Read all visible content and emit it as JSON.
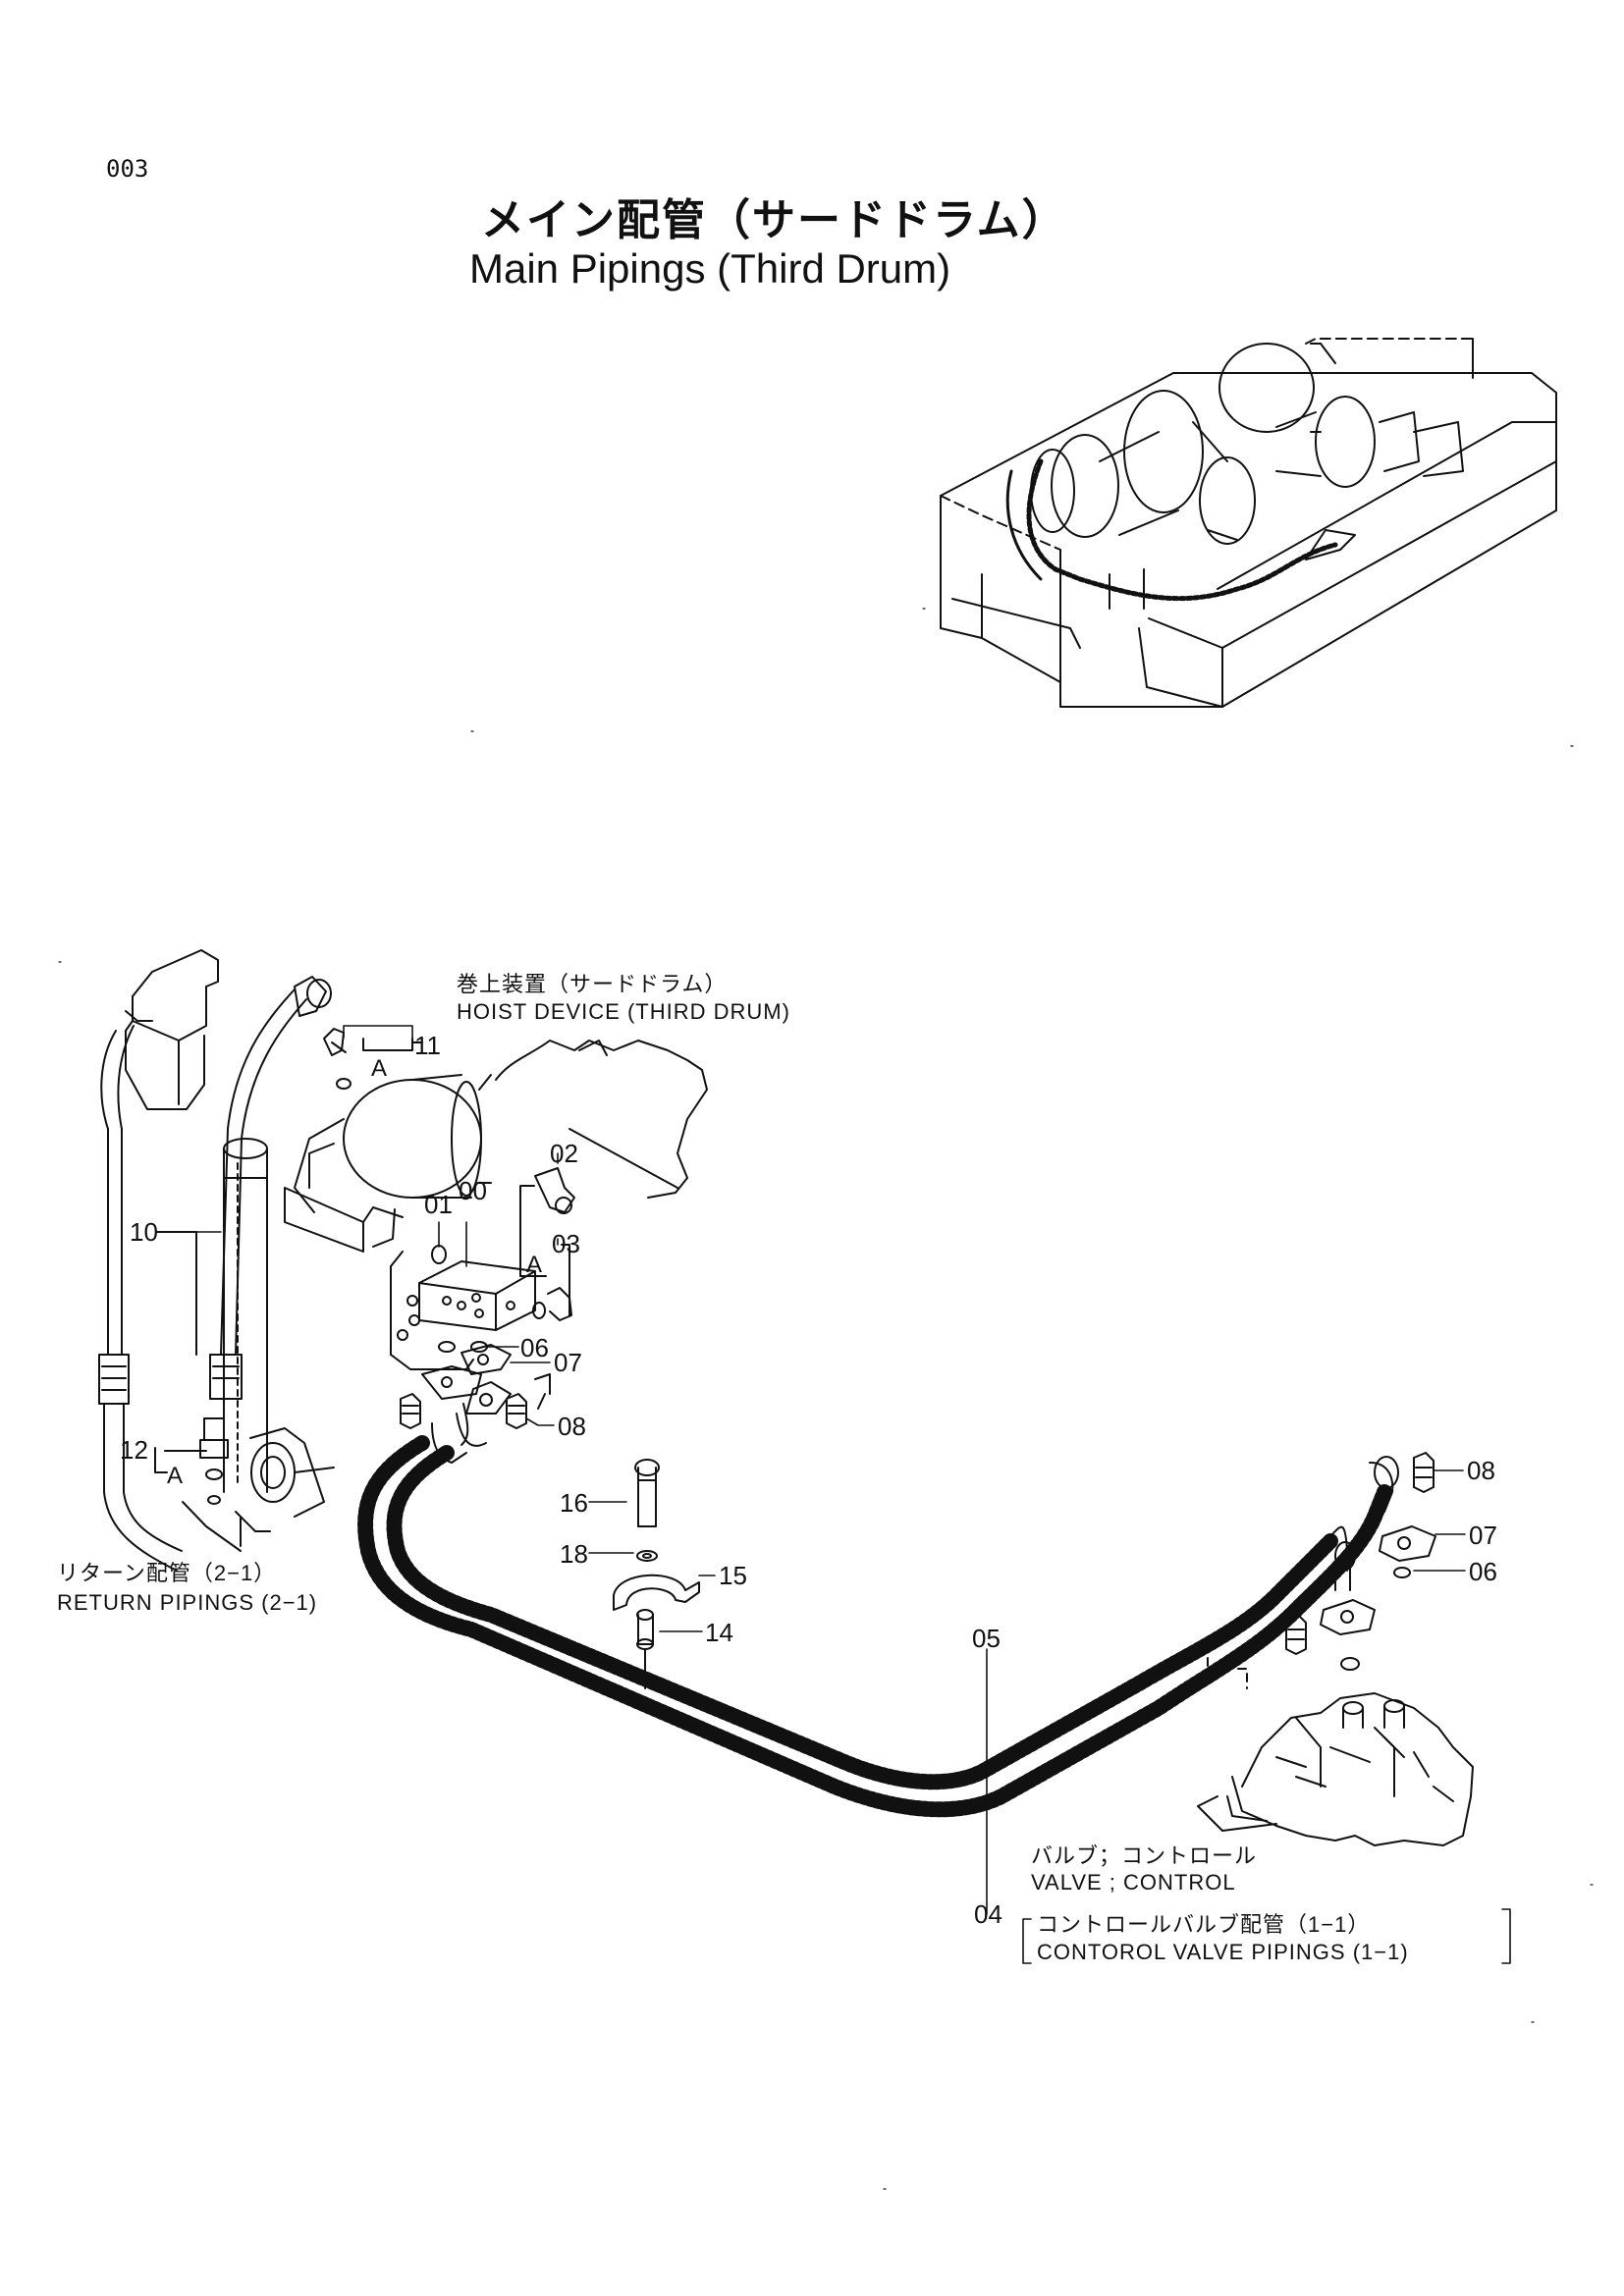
{
  "page_number": "003",
  "title": {
    "japanese": "メイン配管（サードドラム）",
    "english": "Main Pipings (Third Drum)"
  },
  "labels": {
    "hoist_jp": "巻上装置（サードドラム）",
    "hoist_en": "HOIST DEVICE (THIRD DRUM)",
    "return_jp": "リターン配管（2−1）",
    "return_en": "RETURN PIPINGS (2−1)",
    "valve_jp": "バルブ；コントロール",
    "valve_en": "VALVE ; CONTROL",
    "cv_pipings_jp": "コントロールバルブ配管（1−1）",
    "cv_pipings_en": "CONTOROL VALVE PIPINGS (1−1)"
  },
  "callouts": {
    "p00": "00",
    "p01": "01",
    "p02": "02",
    "p03": "03",
    "p04": "04",
    "p05": "05",
    "p06a": "06",
    "p06b": "06",
    "p07a": "07",
    "p07b": "07",
    "p08a": "08",
    "p08b": "08",
    "p10": "10",
    "p11": "11",
    "p12": "12",
    "p14": "14",
    "p15": "15",
    "p16": "16",
    "p18": "18",
    "a1": "A",
    "a2": "A",
    "a3": "A"
  }
}
